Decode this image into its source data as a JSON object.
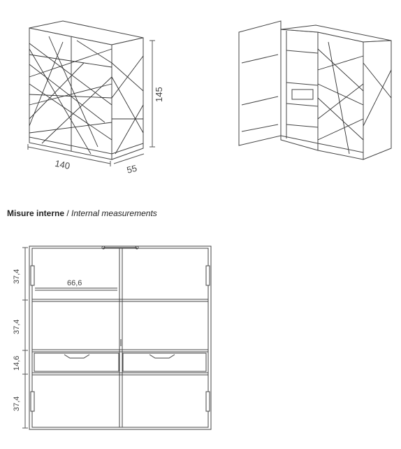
{
  "top_views": {
    "width_dim": "140",
    "depth_dim": "55",
    "height_dim": "145"
  },
  "section": {
    "title_it": "Misure interne",
    "separator": " / ",
    "title_en": "Internal measurements"
  },
  "front_view": {
    "row_heights": [
      "37,4",
      "37,4",
      "14,6",
      "37,4"
    ],
    "inner_width": "66,6"
  }
}
